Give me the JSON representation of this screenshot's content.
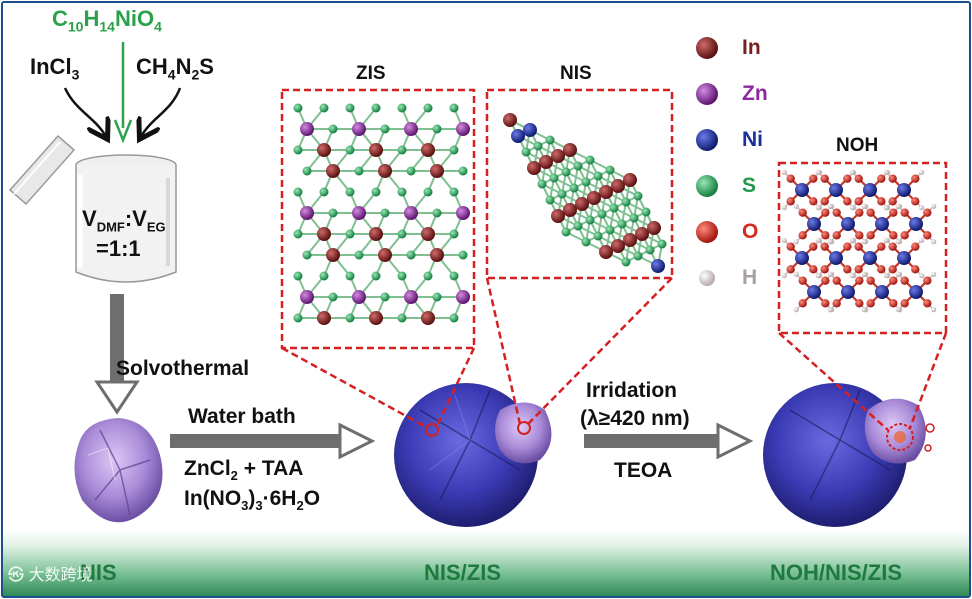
{
  "precursors": {
    "top_formula": {
      "base": "C",
      "sub1": "10",
      "h": "H",
      "sub2": "14",
      "rest": "NiO",
      "sub3": "4"
    },
    "left": {
      "base": "InCl",
      "sub": "3"
    },
    "right": {
      "base": "CH",
      "sub1": "4",
      "n": "N",
      "sub2": "2",
      "rest": "S"
    }
  },
  "beaker": {
    "line1_v": "V",
    "line1_sub1": "DMF",
    "line1_colon": ":V",
    "line1_sub2": "EG",
    "line2": "=1:1"
  },
  "steps": {
    "solvothermal": "Solvothermal",
    "water_bath": "Water bath",
    "zncl_base": "ZnCl",
    "zncl_sub": "2",
    "taa": " + TAA",
    "in_base": "In(NO",
    "in_sub1": "3",
    "in_mid": ")",
    "in_sub2": "3",
    "in_rest": "·6H",
    "in_sub3": "2",
    "in_end": "O",
    "irradiation": "Irridation",
    "wavelength": "(λ≥420 nm)",
    "teoa": "TEOA"
  },
  "structures": {
    "zis": "ZIS",
    "nis": "NIS",
    "noh": "NOH"
  },
  "legend": [
    {
      "label": "In",
      "color": "#7a1f1f"
    },
    {
      "label": "Zn",
      "color": "#8a2a9e"
    },
    {
      "label": "Ni",
      "color": "#1a2f9e"
    },
    {
      "label": "S",
      "color": "#1e9a4a"
    },
    {
      "label": "O",
      "color": "#d42b1e"
    },
    {
      "label": "H",
      "color": "#a8a0a0"
    }
  ],
  "products": {
    "nis": "NIS",
    "nis_zis": "NIS/ZIS",
    "noh_nis_zis": "NOH/NIS/ZIS"
  },
  "watermark": {
    "logo": "㉿",
    "text": "大数跨境"
  },
  "colors": {
    "arrow_gray": "#6e6e6e",
    "dash_red": "#d42020",
    "green_text": "#2aa14a",
    "product_green": "#1e7a3e",
    "sphere_blue": "#3b3bb5",
    "nis_purple": "#b49ae0"
  }
}
